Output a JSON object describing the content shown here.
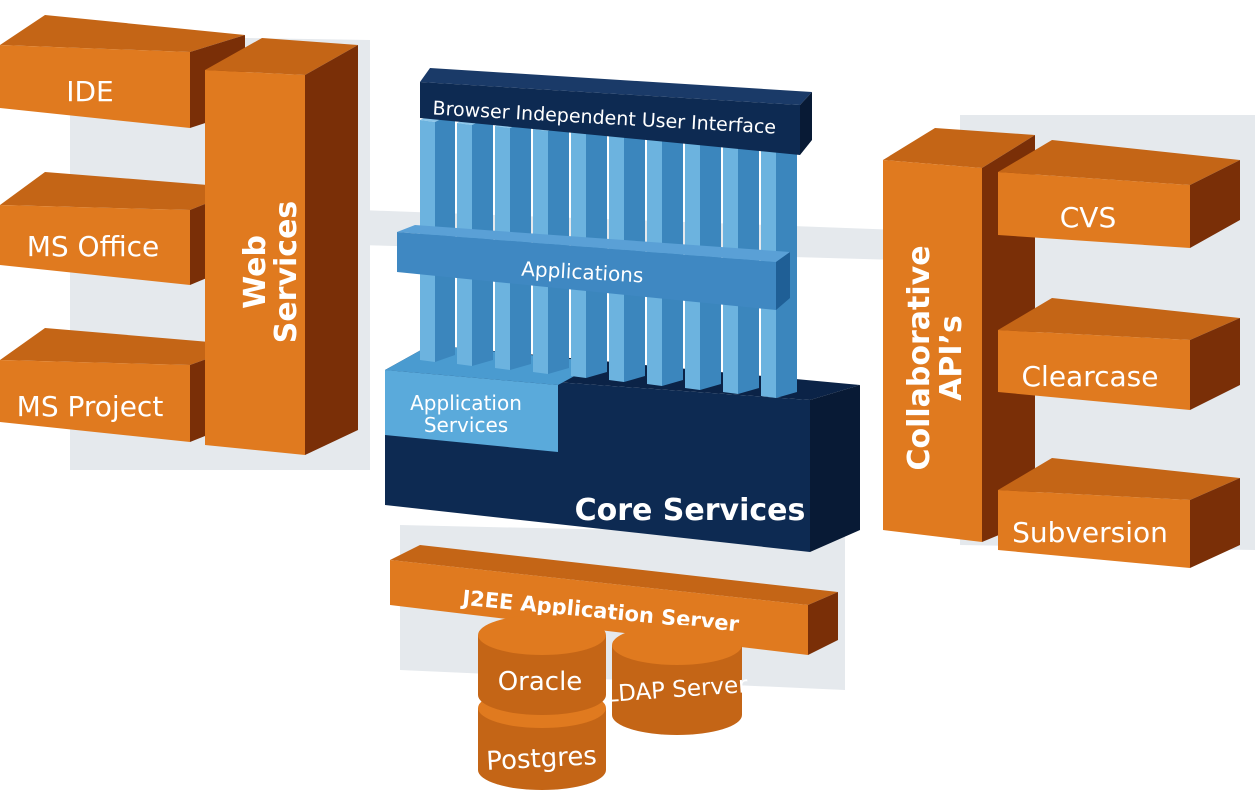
{
  "colors": {
    "orange_front": "#e07a1f",
    "orange_top": "#c46516",
    "orange_side": "#7a2f07",
    "navy": "#0d2a52",
    "navy_side": "#081a35",
    "blue_column": "#6cb3df",
    "blue_column_side": "#3b86bd",
    "blue_band": "#3f88c2",
    "light_blue": "#5aaadb",
    "ghost_gray": "#e5e9ed"
  },
  "left_blocks": {
    "ide": "IDE",
    "ms_office": "MS Office",
    "ms_project": "MS Project"
  },
  "web_services": {
    "line1": "Web",
    "line2": "Services"
  },
  "center": {
    "browser_ui": "Browser Independent User Interface",
    "applications": "Applications",
    "app_services_line1": "Application",
    "app_services_line2": "Services",
    "core_services": "Core Services"
  },
  "collaborative": {
    "line1": "Collaborative",
    "line2": "API’s"
  },
  "right_blocks": {
    "cvs": "CVS",
    "clearcase": "Clearcase",
    "subversion": "Subversion"
  },
  "bottom": {
    "j2ee": "J2EE Application Server",
    "oracle": "Oracle",
    "ldap": "LDAP Server",
    "postgres": "Postgres"
  }
}
